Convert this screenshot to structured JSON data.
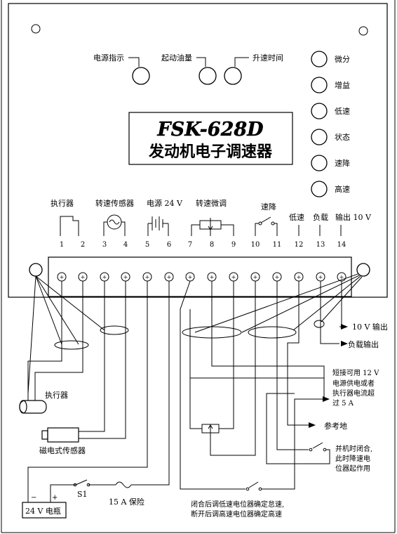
{
  "controller": {
    "model": "FSK-628D",
    "name": "发动机电子调速器"
  },
  "knobs_top": [
    "电源指示",
    "起动油量",
    "升速时间"
  ],
  "knobs_right": [
    "微分",
    "增益",
    "低速",
    "状态",
    "速降",
    "高速"
  ],
  "terminal_groups": {
    "actuator": "执行器",
    "speed_sensor": "转速传感器",
    "power": "电源 24 V",
    "speed_trim": "转速微调",
    "speed_drop": "速降",
    "low_speed": "低速",
    "load": "负载",
    "output": "输出 10 V"
  },
  "terminal_numbers": [
    "1",
    "2",
    "3",
    "4",
    "5",
    "6",
    "7",
    "8",
    "9",
    "10",
    "11",
    "12",
    "13",
    "14"
  ],
  "terminal_symbol": "+",
  "external": {
    "out_10v": "10 V 输出",
    "load_out": "负载输出",
    "actuator": "执行器",
    "mag_sensor": "磁电式传感器",
    "battery": "24 V 电瓶",
    "battery_minus": "−",
    "battery_plus": "+",
    "switch_s1": "S1",
    "fuse": "15 A 保险",
    "note_power": [
      "短接可用 12 V",
      "电源供电或者",
      "执行器电流超",
      "过 5 A"
    ],
    "reference_ground": "参考地",
    "note_parallel": [
      "并机时闭合,",
      "此时降速电",
      "位器起作用"
    ],
    "note_switch": [
      "闭合后调低速电位器确定怠速,",
      "断开后调高速电位器确定高速"
    ]
  }
}
